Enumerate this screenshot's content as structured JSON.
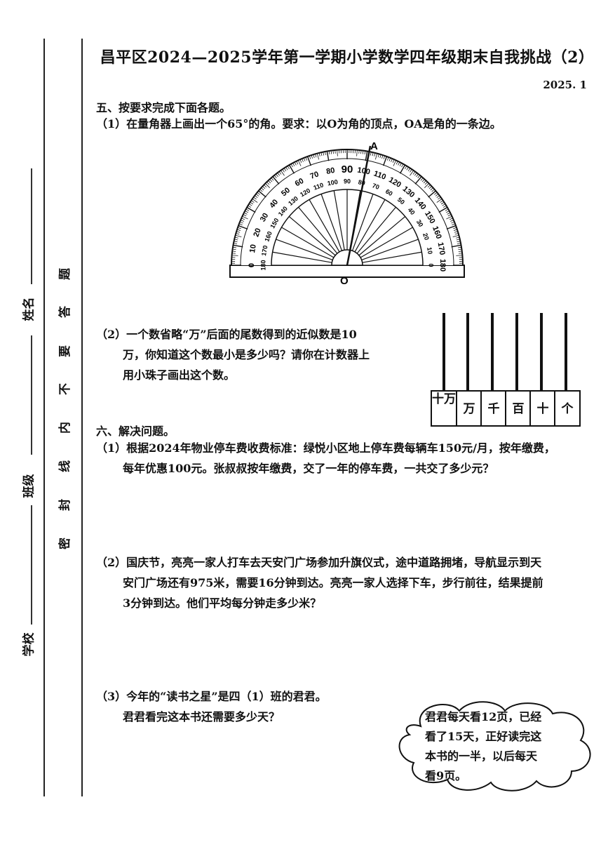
{
  "header": {
    "title": "昌平区2024—2025学年第一学期小学数学四年级期末自我挑战（2）",
    "date": "2025. 1"
  },
  "binding": {
    "labels": [
      "姓名",
      "班级",
      "学校"
    ],
    "seal_chars": [
      "题",
      "答",
      "要",
      "不",
      "内",
      "线",
      "封",
      "密"
    ]
  },
  "section5": {
    "heading": "五、按要求完成下面各题。",
    "q1": {
      "number": "（1）",
      "text": "在量角器上画出一个65°的角。要求：以O为角的顶点，OA是角的一条边。",
      "point_a": "A",
      "point_o": "O",
      "outer_ticks": [
        "0",
        "10",
        "20",
        "30",
        "40",
        "50",
        "60",
        "70",
        "80",
        "90",
        "100",
        "110",
        "120",
        "130",
        "140",
        "150",
        "160",
        "170",
        "180"
      ],
      "inner_ticks": [
        "180",
        "170",
        "160",
        "150",
        "140",
        "130",
        "120",
        "110",
        "100",
        "90",
        "80",
        "70",
        "60",
        "50",
        "40",
        "30",
        "20",
        "10",
        "0"
      ]
    },
    "q2": {
      "number": "（2）",
      "line1": "一个数省略“万”后面的尾数得到的近似数是10",
      "line2": "万，你知道这个数最小是多少吗？请你在计数器上",
      "line3": "用小珠子画出这个数。",
      "abacus_places": [
        "十万",
        "万",
        "千",
        "百",
        "十",
        "个"
      ]
    }
  },
  "section6": {
    "heading": "六、解决问题。",
    "q1": {
      "number": "（1）",
      "line1": "根据2024年物业停车费收费标准：绿悦小区地上停车费每辆车150元/月，按年缴费，",
      "line2": "每年优惠100元。张叔叔按年缴费，交了一年的停车费，一共交了多少元？"
    },
    "q2": {
      "number": "（2）",
      "line1": "国庆节，亮亮一家人打车去天安门广场参加升旗仪式，途中道路拥堵，导航显示到天",
      "line2": "安门广场还有975米，需要16分钟到达。亮亮一家人选择下车，步行前往，结果提前",
      "line3": "3分钟到达。他们平均每分钟走多少米？"
    },
    "q3": {
      "number": "（3）",
      "line1": "今年的“读书之星”是四（1）班的君君。",
      "line2": "君君看完这本书还需要多少天？",
      "cloud": [
        "君君每天看12页，已经",
        "看了15天，正好读完这",
        "本书的一半，以后每天",
        "看9页。"
      ]
    }
  }
}
